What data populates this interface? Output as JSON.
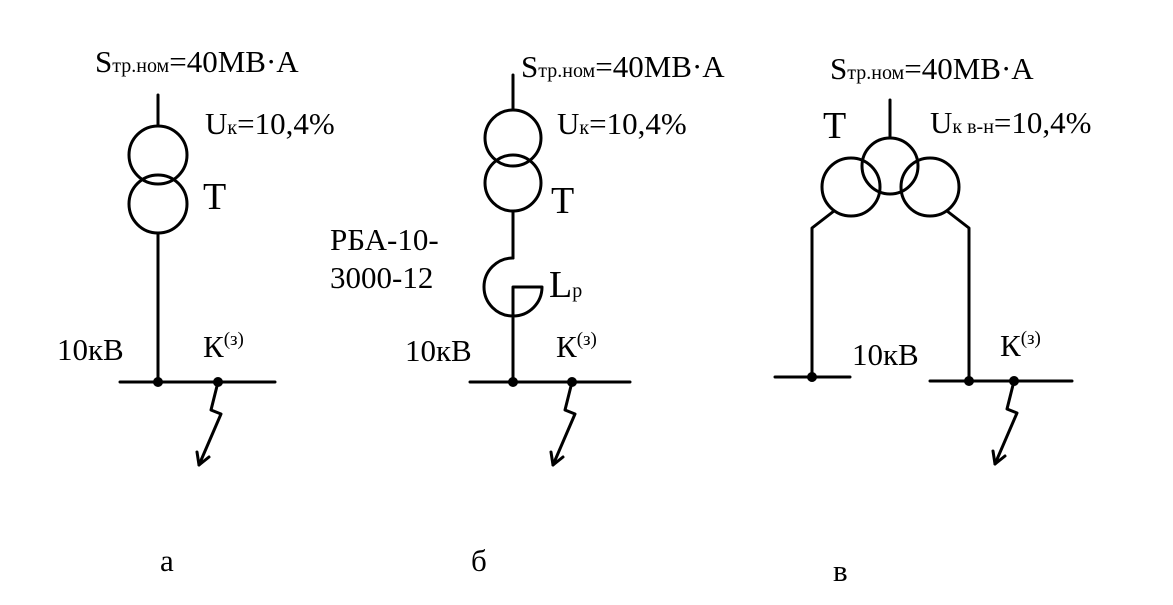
{
  "colors": {
    "ink": "#000000",
    "background": "#ffffff"
  },
  "panels": {
    "a": {
      "rating": {
        "symbol": "S",
        "subscript": "тр.ном",
        "value": "=40МВ·А"
      },
      "uk": {
        "symbol": "U",
        "subscript": "к",
        "value": "=10,4%"
      },
      "transformer": "Т",
      "bus": "10кВ",
      "fault": {
        "symbol": "К",
        "superscript": "(з)"
      },
      "caption": "а"
    },
    "b": {
      "rating": {
        "symbol": "S",
        "subscript": "тр.ном",
        "value": "=40МВ·А"
      },
      "uk": {
        "symbol": "U",
        "subscript": "к",
        "value": "=10,4%"
      },
      "transformer": "Т",
      "reactor_type_1": "РБА-10-",
      "reactor_type_2": "3000-12",
      "reactor": {
        "symbol": "L",
        "subscript": "р"
      },
      "bus": "10кВ",
      "fault": {
        "symbol": "К",
        "superscript": "(з)"
      },
      "caption": "б"
    },
    "c": {
      "rating": {
        "symbol": "S",
        "subscript": "тр.ном",
        "value": "=40МВ·А"
      },
      "uk": {
        "symbol": "U",
        "subscript": "к в-н",
        "value": "=10,4%"
      },
      "transformer": "Т",
      "bus": "10кВ",
      "fault": {
        "symbol": "К",
        "superscript": "(з)"
      },
      "caption": "в"
    }
  }
}
